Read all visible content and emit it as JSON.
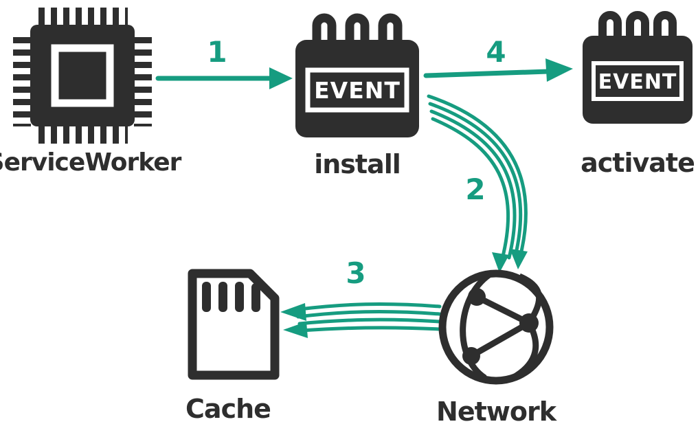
{
  "diagram": {
    "background_color": "#ffffff",
    "icon_color": "#2e2e2e",
    "arrow_color": "#169c80",
    "nodes": {
      "service_worker": {
        "label": "ServiceWorker",
        "icon": "cpu-chip-icon"
      },
      "install": {
        "label": "install",
        "badge": "EVENT",
        "icon": "calendar-event-icon"
      },
      "activate": {
        "label": "activate",
        "badge": "EVENT",
        "icon": "calendar-event-icon"
      },
      "network": {
        "label": "Network",
        "icon": "globe-network-icon"
      },
      "cache": {
        "label": "Cache",
        "icon": "sd-card-icon"
      }
    },
    "edges": [
      {
        "label": "1",
        "from": "service_worker",
        "to": "install",
        "style": "single-arrow"
      },
      {
        "label": "2",
        "from": "install",
        "to": "network",
        "style": "four-line-curved-arrow"
      },
      {
        "label": "3",
        "from": "network",
        "to": "cache",
        "style": "four-line-arrow"
      },
      {
        "label": "4",
        "from": "install",
        "to": "activate",
        "style": "single-arrow"
      }
    ]
  }
}
